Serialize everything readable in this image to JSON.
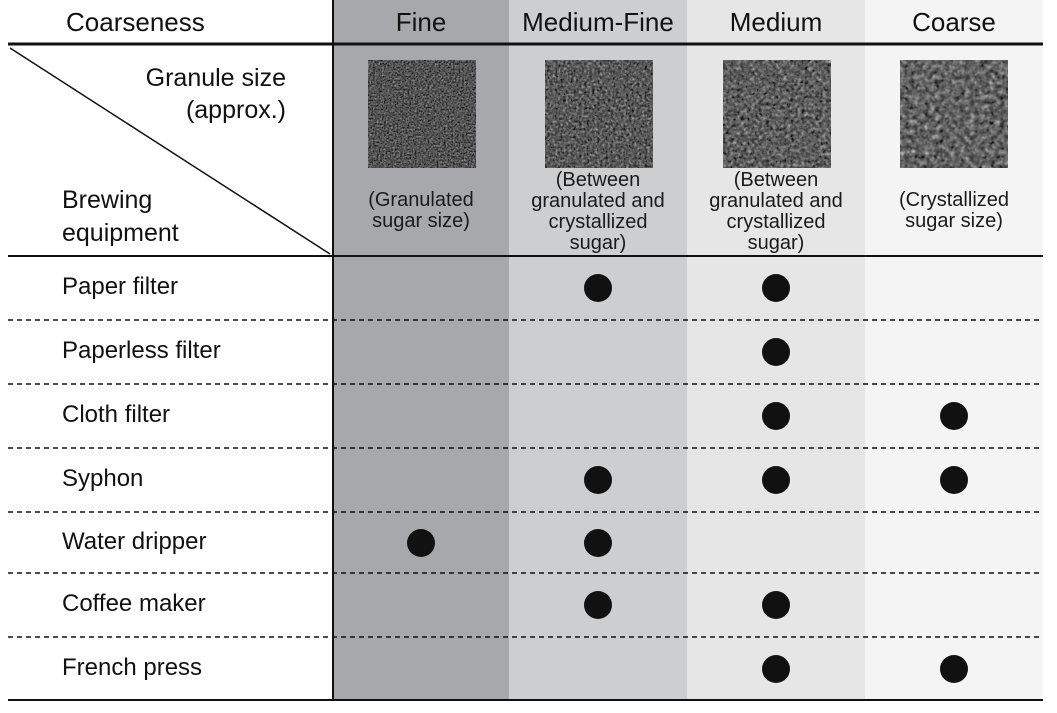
{
  "table": {
    "header": {
      "coarseness_label": "Coarseness",
      "granule_label": "Granule size\n(approx.)",
      "equipment_label": "Brewing\nequipment"
    },
    "columns": [
      {
        "name": "Fine",
        "note": "(Granulated\nsugar size)",
        "bg": "#a7a8ab"
      },
      {
        "name": "Medium-Fine",
        "note": "(Between\ngranulated and\ncrystallized\nsugar)",
        "bg": "#cdcecf"
      },
      {
        "name": "Medium",
        "note": "(Between\ngranulated and\ncrystallized\nsugar)",
        "bg": "#e6e6e6"
      },
      {
        "name": "Coarse",
        "note": "(Crystallized\nsugar size)",
        "bg": "#f4f4f4"
      }
    ],
    "rows": [
      {
        "equipment": "Paper filter",
        "marks": [
          false,
          true,
          true,
          false
        ]
      },
      {
        "equipment": "Paperless filter",
        "marks": [
          false,
          false,
          true,
          false
        ]
      },
      {
        "equipment": "Cloth filter",
        "marks": [
          false,
          false,
          true,
          true
        ]
      },
      {
        "equipment": "Syphon",
        "marks": [
          false,
          true,
          true,
          true
        ]
      },
      {
        "equipment": "Water dripper",
        "marks": [
          true,
          true,
          false,
          false
        ]
      },
      {
        "equipment": "Coffee maker",
        "marks": [
          false,
          true,
          true,
          false
        ]
      },
      {
        "equipment": "French press",
        "marks": [
          false,
          false,
          true,
          true
        ]
      }
    ]
  }
}
